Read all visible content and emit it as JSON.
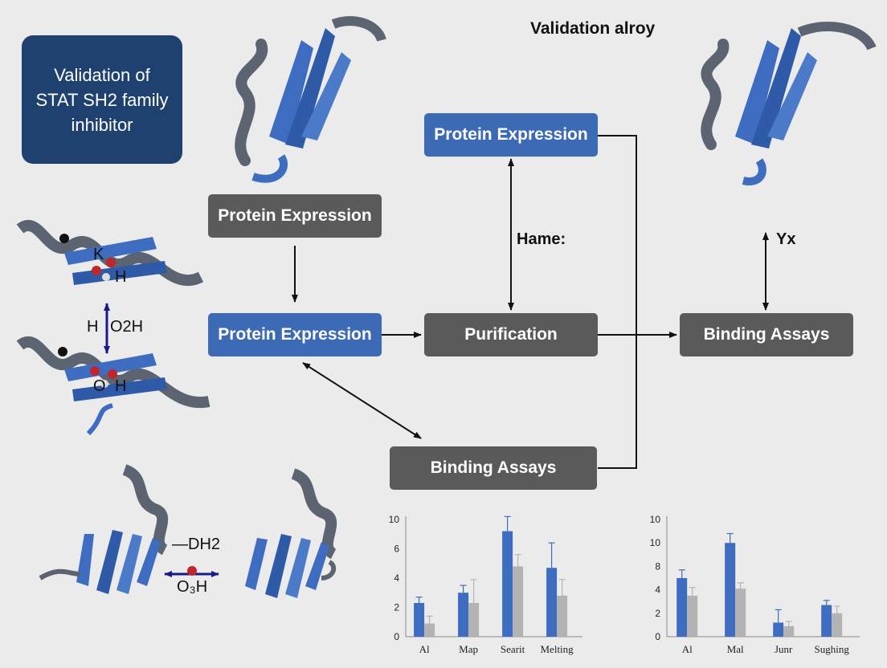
{
  "title_box": {
    "line1": "Validation of",
    "line2": "STAT SH2 family",
    "line3": "inhibitor"
  },
  "top_title": "Validation alroy",
  "nodes": {
    "expr_top_left": "Protein Expression",
    "expr_top_center": "Protein Expression",
    "expr_mid_left": "Protein Expression",
    "purification": "Purification",
    "binding_right": "Binding Assays",
    "binding_bottom": "Binding Assays"
  },
  "labels": {
    "hame": "Hame:",
    "yx": "Yx"
  },
  "chem_labels": {
    "upper_k": "K",
    "upper_h": "H",
    "mid_h": "H",
    "mid_o2h": "O2H",
    "lower_o": "O",
    "lower_h": "H",
    "bottom_dh2": "—DH2",
    "bottom_o3h": "O₃H"
  },
  "colors": {
    "dark_node": "#5a5a5a",
    "blue_node": "#3d6ab5",
    "title_bg": "#1e4170",
    "series_blue": "#3e6cc0",
    "series_gray": "#b3b3b3"
  },
  "chart_data": [
    {
      "type": "bar",
      "categories": [
        "Al",
        "Map",
        "Searit",
        "Melting"
      ],
      "series": [
        {
          "values": [
            2.3,
            3.0,
            7.2,
            4.7
          ],
          "errors": [
            0.4,
            0.5,
            1.0,
            1.7
          ]
        },
        {
          "values": [
            0.9,
            2.3,
            4.8,
            2.8
          ],
          "errors": [
            0.5,
            1.6,
            0.8,
            1.1
          ]
        }
      ],
      "yticks": [
        "0",
        "2",
        "4",
        "6",
        "10"
      ],
      "ylim": [
        0,
        8
      ]
    },
    {
      "type": "bar",
      "categories": [
        "Al",
        "Mal",
        "Junr",
        "Sughing"
      ],
      "series": [
        {
          "values": [
            5.0,
            8.0,
            1.2,
            2.7
          ],
          "errors": [
            0.7,
            0.8,
            1.1,
            0.4
          ]
        },
        {
          "values": [
            3.5,
            4.1,
            0.9,
            2.0
          ],
          "errors": [
            0.7,
            0.5,
            0.4,
            0.6
          ]
        }
      ],
      "yticks": [
        "0",
        "2",
        "4",
        "8",
        "10",
        "10"
      ],
      "ylim": [
        0,
        10
      ]
    }
  ]
}
